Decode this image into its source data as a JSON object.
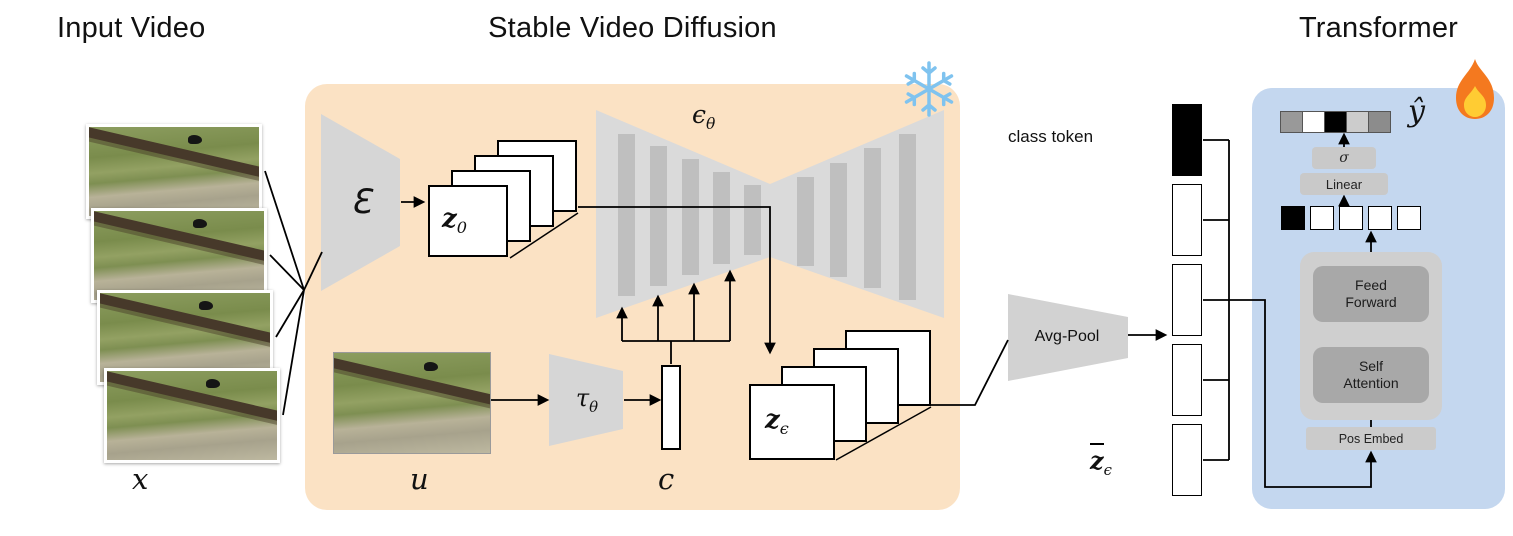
{
  "titles": {
    "input_video": "Input Video",
    "svd": "Stable Video Diffusion",
    "transformer": "Transformer"
  },
  "input": {
    "x_label": "x"
  },
  "svd": {
    "encoder_label": "Ɛ",
    "z0": {
      "base": "z",
      "sub": "0"
    },
    "unet_label": {
      "base": "ϵ",
      "sub": "θ"
    },
    "u_label": "u",
    "tau": {
      "base": "τ",
      "sub": "θ"
    },
    "c_label": "c",
    "z_eps": {
      "base": "z",
      "sub": "ϵ"
    }
  },
  "pool": {
    "label": "Avg-Pool"
  },
  "tokens": {
    "class_token_label": "class token",
    "z_bar": {
      "base": "z",
      "sub": "ϵ"
    },
    "colors": [
      "#000000",
      "#ffffff",
      "#ffffff",
      "#ffffff",
      "#ffffff"
    ]
  },
  "transformer": {
    "y_hat": "ŷ",
    "sigma": "σ",
    "linear": "Linear",
    "feed_forward": "Feed Forward",
    "self_attention": "Self Attention",
    "pos_embed": "Pos Embed",
    "output_squares": [
      "#999999",
      "#ffffff",
      "#000000",
      "#cccccc",
      "#8c8c8c"
    ],
    "input_squares": [
      "#000000",
      "#ffffff",
      "#ffffff",
      "#ffffff",
      "#ffffff"
    ]
  },
  "icons": {
    "frozen": "snowflake",
    "trainable": "fire"
  },
  "colors": {
    "svd_bg": "#FBE2C4",
    "transformer_bg": "#C4D7EF",
    "shape_gray": "#D6D6D6",
    "bar_gray": "#BFBFBF",
    "module_gray": "#A8A8A8",
    "chip_gray": "#C9C9C9",
    "snowflake_blue": "#7FC3EF",
    "flame_orange": "#F4791F"
  }
}
